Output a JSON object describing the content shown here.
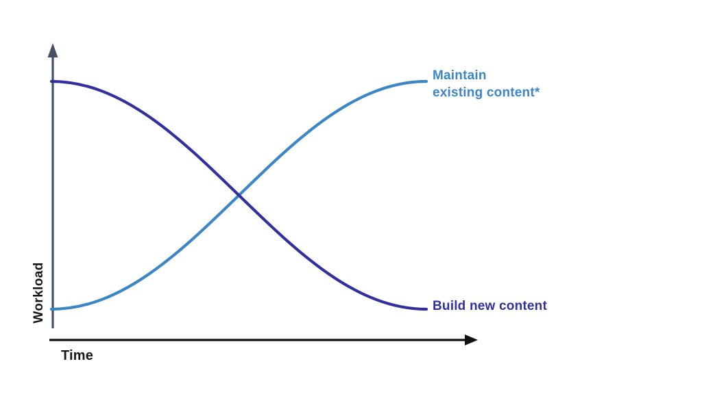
{
  "chart_data": {
    "type": "line",
    "title": "",
    "xlabel": "Time",
    "ylabel": "Workload",
    "grid": false,
    "axes": {
      "x": {
        "label": "Time",
        "ticks": [],
        "style": "black arrow pointing right, no tick marks"
      },
      "y": {
        "label": "Workload",
        "ticks": [],
        "style": "slate arrow pointing up, no tick marks"
      }
    },
    "series": [
      {
        "name": "Maintain existing content*",
        "label_lines": [
          "Maintain",
          "existing content*"
        ],
        "color": "#3d86c6",
        "shape": "ascending sigmoid (S-curve)",
        "x_norm": [
          0,
          0.5,
          1
        ],
        "y_norm": [
          0.0,
          0.5,
          1.0
        ]
      },
      {
        "name": "Build new content",
        "label_lines": [
          "Build new content"
        ],
        "color": "#32309f",
        "shape": "descending sigmoid (S-curve)",
        "x_norm": [
          0,
          0.5,
          1
        ],
        "y_norm": [
          1.0,
          0.5,
          0.0
        ]
      }
    ],
    "annotations": [
      "curves cross at the midpoint of the plot"
    ],
    "legend_position": "labels at right end of each curve, colored to match curve"
  },
  "labels": {
    "maintain_line1": "Maintain",
    "maintain_line2": "existing content*",
    "build": "Build new content",
    "workload": "Workload",
    "time": "Time"
  },
  "colors": {
    "maintain_curve": "#3d86c6",
    "build_curve": "#32309f",
    "y_axis": "#465165",
    "x_axis": "#111111",
    "axis_label_text": "#161616",
    "background": "#ffffff"
  }
}
